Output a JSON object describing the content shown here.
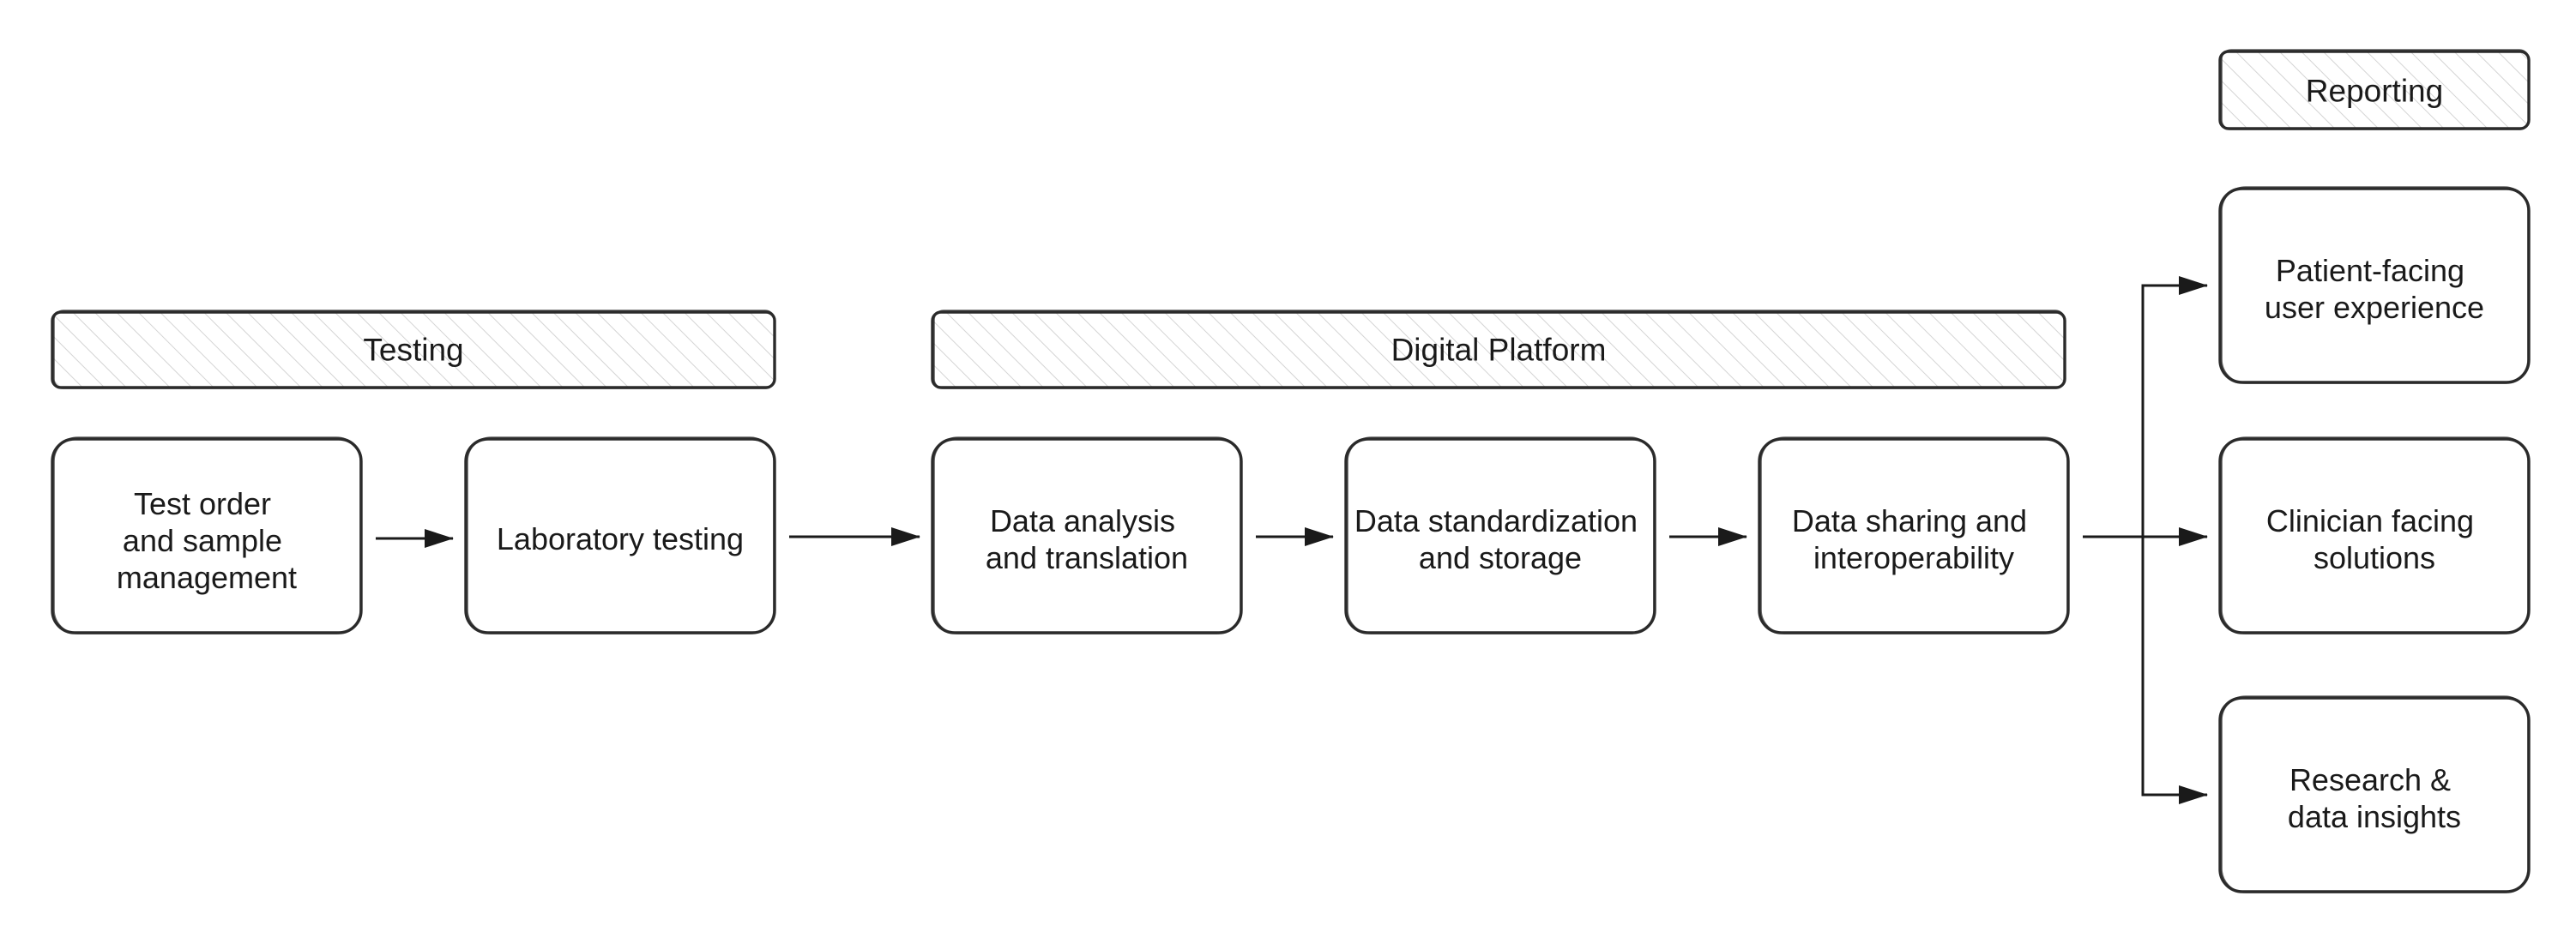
{
  "bands": {
    "testing": "Testing",
    "digital_platform": "Digital Platform",
    "reporting": "Reporting"
  },
  "steps": {
    "test_order": [
      "Test order",
      "and sample",
      "management"
    ],
    "laboratory_testing": [
      "Laboratory testing"
    ],
    "data_analysis": [
      "Data analysis",
      "and translation"
    ],
    "data_standardization": [
      "Data standardization",
      "and storage"
    ],
    "data_sharing": [
      "Data sharing and",
      "interoperability"
    ]
  },
  "outputs": {
    "patient_facing": [
      "Patient-facing",
      "user experience"
    ],
    "clinician_facing": [
      "Clinician facing",
      "solutions"
    ],
    "research": [
      "Research &",
      "data insights"
    ]
  }
}
